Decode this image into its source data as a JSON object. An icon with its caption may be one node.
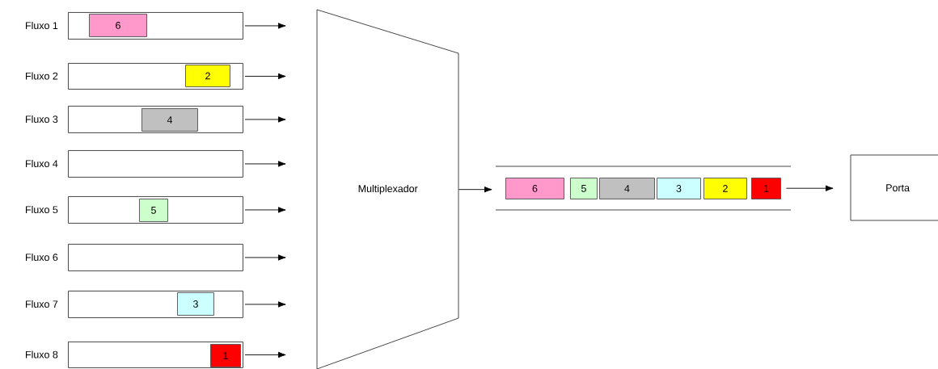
{
  "diagram": {
    "nodes": [
      {
        "text": [],
        "shape": "box",
        "beside": [
          "Fluxo 1"
        ]
      },
      {
        "text": [
          "6"
        ],
        "in": 0
      },
      {
        "text": [],
        "shape": "box",
        "beside": [
          "Fluxo 2"
        ]
      },
      {
        "text": [
          "2"
        ],
        "in": 2
      },
      {
        "text": [],
        "shape": "box",
        "beside": [
          "Fluxo 3"
        ]
      },
      {
        "text": [
          "4"
        ],
        "in": 4
      },
      {
        "text": [],
        "shape": "box",
        "beside": [
          "Fluxo 4"
        ]
      },
      {
        "text": [],
        "shape": "box",
        "beside": [
          "Fluxo 5"
        ]
      },
      {
        "text": [
          "5"
        ],
        "in": 7
      },
      {
        "text": [],
        "shape": "box",
        "beside": [
          "Fluxo 6"
        ]
      },
      {
        "text": [],
        "shape": "box",
        "beside": [
          "Fluxo 7"
        ]
      },
      {
        "text": [
          "3"
        ],
        "in": 10
      },
      {
        "text": [],
        "shape": "box",
        "beside": [
          "Fluxo 8"
        ]
      },
      {
        "text": [
          "1"
        ],
        "in": 12
      },
      {
        "text": [
          "Multiplexador"
        ]
      },
      {
        "text": [],
        "shape": "bar"
      },
      {
        "text": [
          "6"
        ],
        "in": 15
      },
      {
        "text": [
          "5"
        ],
        "in": 15
      },
      {
        "text": [
          "4"
        ],
        "in": 15
      },
      {
        "text": [
          "3"
        ],
        "in": 15
      },
      {
        "text": [
          "2"
        ],
        "in": 15
      },
      {
        "text": [
          "1"
        ],
        "in": 15
      },
      {
        "text": [
          "Porta"
        ]
      }
    ],
    "edges": [
      {
        "from": 0,
        "to": 14,
        "arrow": "to"
      },
      {
        "from": 2,
        "to": 14,
        "arrow": "to"
      },
      {
        "from": 4,
        "to": 14,
        "arrow": "to"
      },
      {
        "from": 6,
        "to": 14,
        "arrow": "to"
      },
      {
        "from": 7,
        "to": 14,
        "arrow": "to"
      },
      {
        "from": 9,
        "to": 14,
        "arrow": "to"
      },
      {
        "from": 10,
        "to": 14,
        "arrow": "to"
      },
      {
        "from": 12,
        "to": 14,
        "arrow": "to"
      },
      {
        "from": 14,
        "to": 15,
        "arrow": "to"
      },
      {
        "from": 15,
        "to": 22,
        "arrow": "to"
      }
    ]
  }
}
